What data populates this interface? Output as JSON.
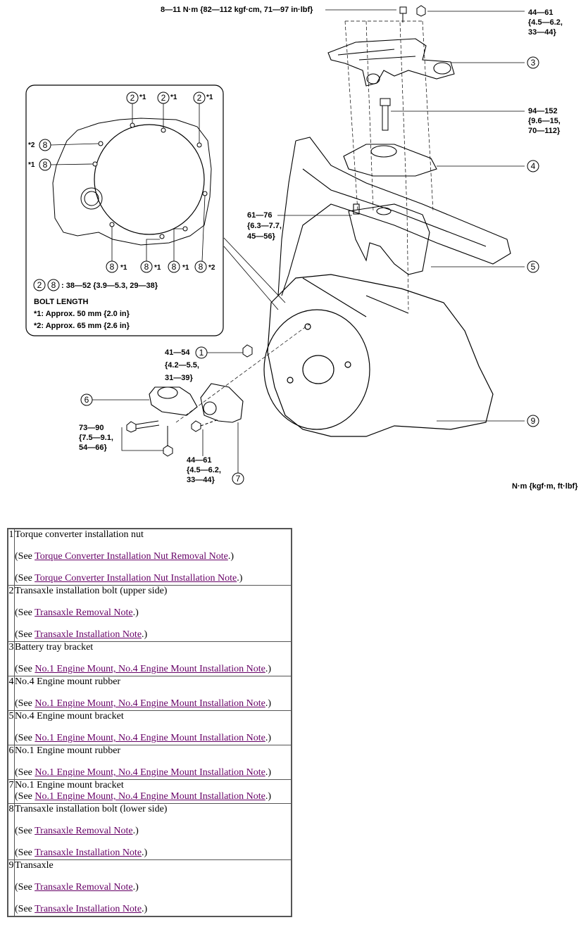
{
  "diagram": {
    "torque_top": "8—11 N·m {82—112 kgf·cm, 71—97 in·lbf}",
    "torque_top_right": [
      "44—61",
      "{4.5—6.2,",
      "33—44}"
    ],
    "torque_4": [
      "94—152",
      "{9.6—15,",
      "70—112}"
    ],
    "torque_5": [
      "61—76",
      "{6.3—7.7,",
      "45—56}"
    ],
    "torque_1": [
      "41—54",
      "{4.2—5.5,",
      "31—39}"
    ],
    "torque_6": [
      "73—90",
      "{7.5—9.1,",
      "54—66}"
    ],
    "torque_7": [
      "44—61",
      "{4.5—6.2,",
      "33—44}"
    ],
    "inset_torque": ": 38—52 {3.9—5.3, 29—38}",
    "bolt_length_title": "BOLT LENGTH",
    "bolt_length_1": "*1: Approx. 50 mm {2.0 in}",
    "bolt_length_2": "*2: Approx. 65 mm {2.6 in}",
    "star1": "*1",
    "star2": "*2",
    "units": "N·m {kgf·m, ft·lbf}",
    "callouts": [
      "1",
      "2",
      "3",
      "4",
      "5",
      "6",
      "7",
      "8",
      "9"
    ]
  },
  "parts": [
    {
      "num": "1",
      "name": "Torque converter installation nut",
      "refs": [
        "Torque Converter Installation Nut Removal Note",
        "Torque Converter Installation Nut Installation Note"
      ]
    },
    {
      "num": "2",
      "name": "Transaxle installation bolt (upper side)",
      "refs": [
        "Transaxle Removal Note",
        "Transaxle Installation Note"
      ]
    },
    {
      "num": "3",
      "name": "Battery tray bracket",
      "refs": [
        "No.1 Engine Mount, No.4 Engine Mount Installation Note"
      ]
    },
    {
      "num": "4",
      "name": "No.4 Engine mount rubber",
      "refs": [
        "No.1 Engine Mount, No.4 Engine Mount Installation Note"
      ]
    },
    {
      "num": "5",
      "name": "No.4 Engine mount bracket",
      "refs": [
        "No.1 Engine Mount, No.4 Engine Mount Installation Note"
      ]
    },
    {
      "num": "6",
      "name": "No.1 Engine mount rubber",
      "refs": [
        "No.1 Engine Mount, No.4 Engine Mount Installation Note"
      ]
    },
    {
      "num": "7",
      "name": "No.1 Engine mount bracket",
      "refs": [
        "No.1 Engine Mount, No.4 Engine Mount Installation Note"
      ]
    },
    {
      "num": "8",
      "name": "Transaxle installation bolt (lower side)",
      "refs": [
        "Transaxle Removal Note",
        "Transaxle Installation Note"
      ]
    },
    {
      "num": "9",
      "name": "Transaxle",
      "refs": [
        "Transaxle Removal Note",
        "Transaxle Installation Note"
      ]
    }
  ],
  "ref_prefix": "(See ",
  "ref_suffix": ".)"
}
